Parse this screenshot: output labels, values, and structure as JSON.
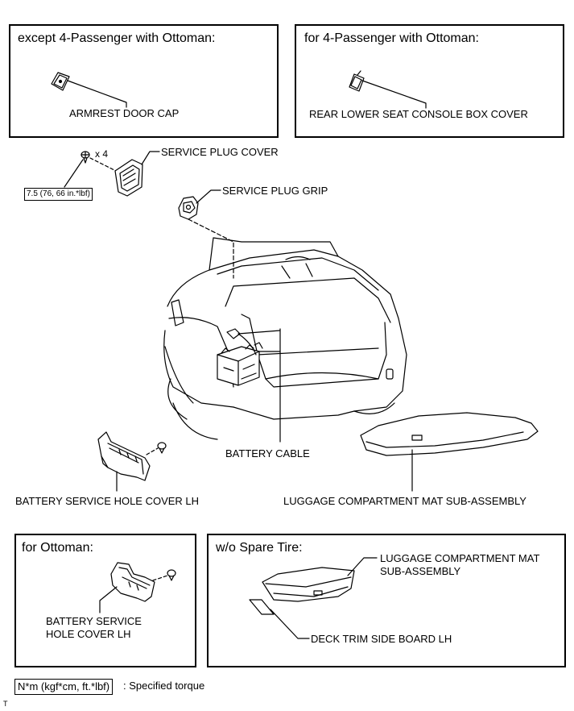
{
  "top_left": {
    "header": "except 4-Passenger with Ottoman:",
    "part": "ARMREST DOOR CAP"
  },
  "top_right": {
    "header": "for 4-Passenger with Ottoman:",
    "part": "REAR LOWER SEAT CONSOLE BOX COVER"
  },
  "main": {
    "bolt_qty": "x 4",
    "torque": "7.5 (76, 66 in.*lbf)",
    "service_plug_cover": "SERVICE PLUG COVER",
    "service_plug_grip": "SERVICE PLUG GRIP",
    "battery_cable": "BATTERY CABLE",
    "battery_hole_cover": "BATTERY SERVICE HOLE COVER LH",
    "luggage_mat": "LUGGAGE COMPARTMENT MAT SUB-ASSEMBLY"
  },
  "bottom_left": {
    "header": "for Ottoman:",
    "part_line1": "BATTERY SERVICE",
    "part_line2": "HOLE COVER LH"
  },
  "bottom_right": {
    "header": "w/o Spare Tire:",
    "mat_line1": "LUGGAGE COMPARTMENT MAT",
    "mat_line2": "SUB-ASSEMBLY",
    "deck_board": "DECK TRIM SIDE BOARD LH"
  },
  "legend": {
    "unit": "N*m (kgf*cm, ft.*lbf)",
    "desc": ": Specified torque"
  },
  "corner_mark": "T"
}
